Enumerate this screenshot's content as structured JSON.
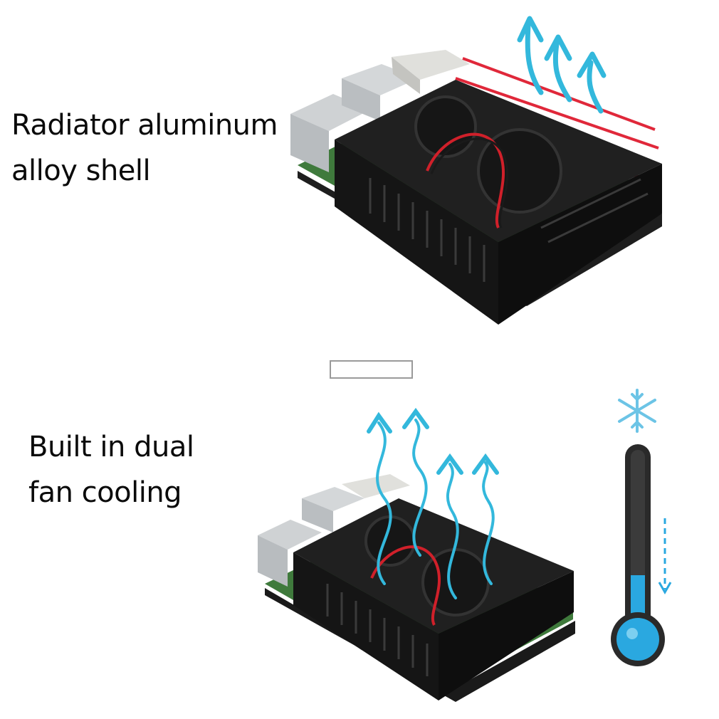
{
  "labels": {
    "top": {
      "line1": "Radiator aluminum",
      "line2": "alloy shell"
    },
    "bottom": {
      "line1": "Built in dual",
      "line2": "fan cooling"
    }
  },
  "colors": {
    "airflow": "#33b8dc",
    "heat_lines": "#e0283a",
    "case_black": "#111111",
    "board_green": "#3f7a3c",
    "fan_wire_red": "#d0202a",
    "thermometer_blue": "#2aa8e0"
  },
  "icons": [
    "snowflake-icon",
    "thermometer-icon",
    "airflow-arrow-icon"
  ],
  "thermometer": {
    "level": 0.35
  }
}
